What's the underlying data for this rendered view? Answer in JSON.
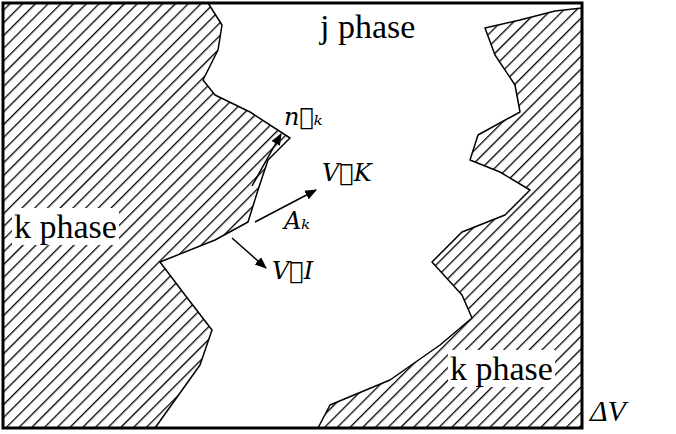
{
  "diagram": {
    "labels": [
      "j phase",
      "n⃗ₖ",
      "V⃗K",
      "Aₖ",
      "k phase",
      "V⃗I",
      "k phase",
      "ΔV"
    ]
  }
}
